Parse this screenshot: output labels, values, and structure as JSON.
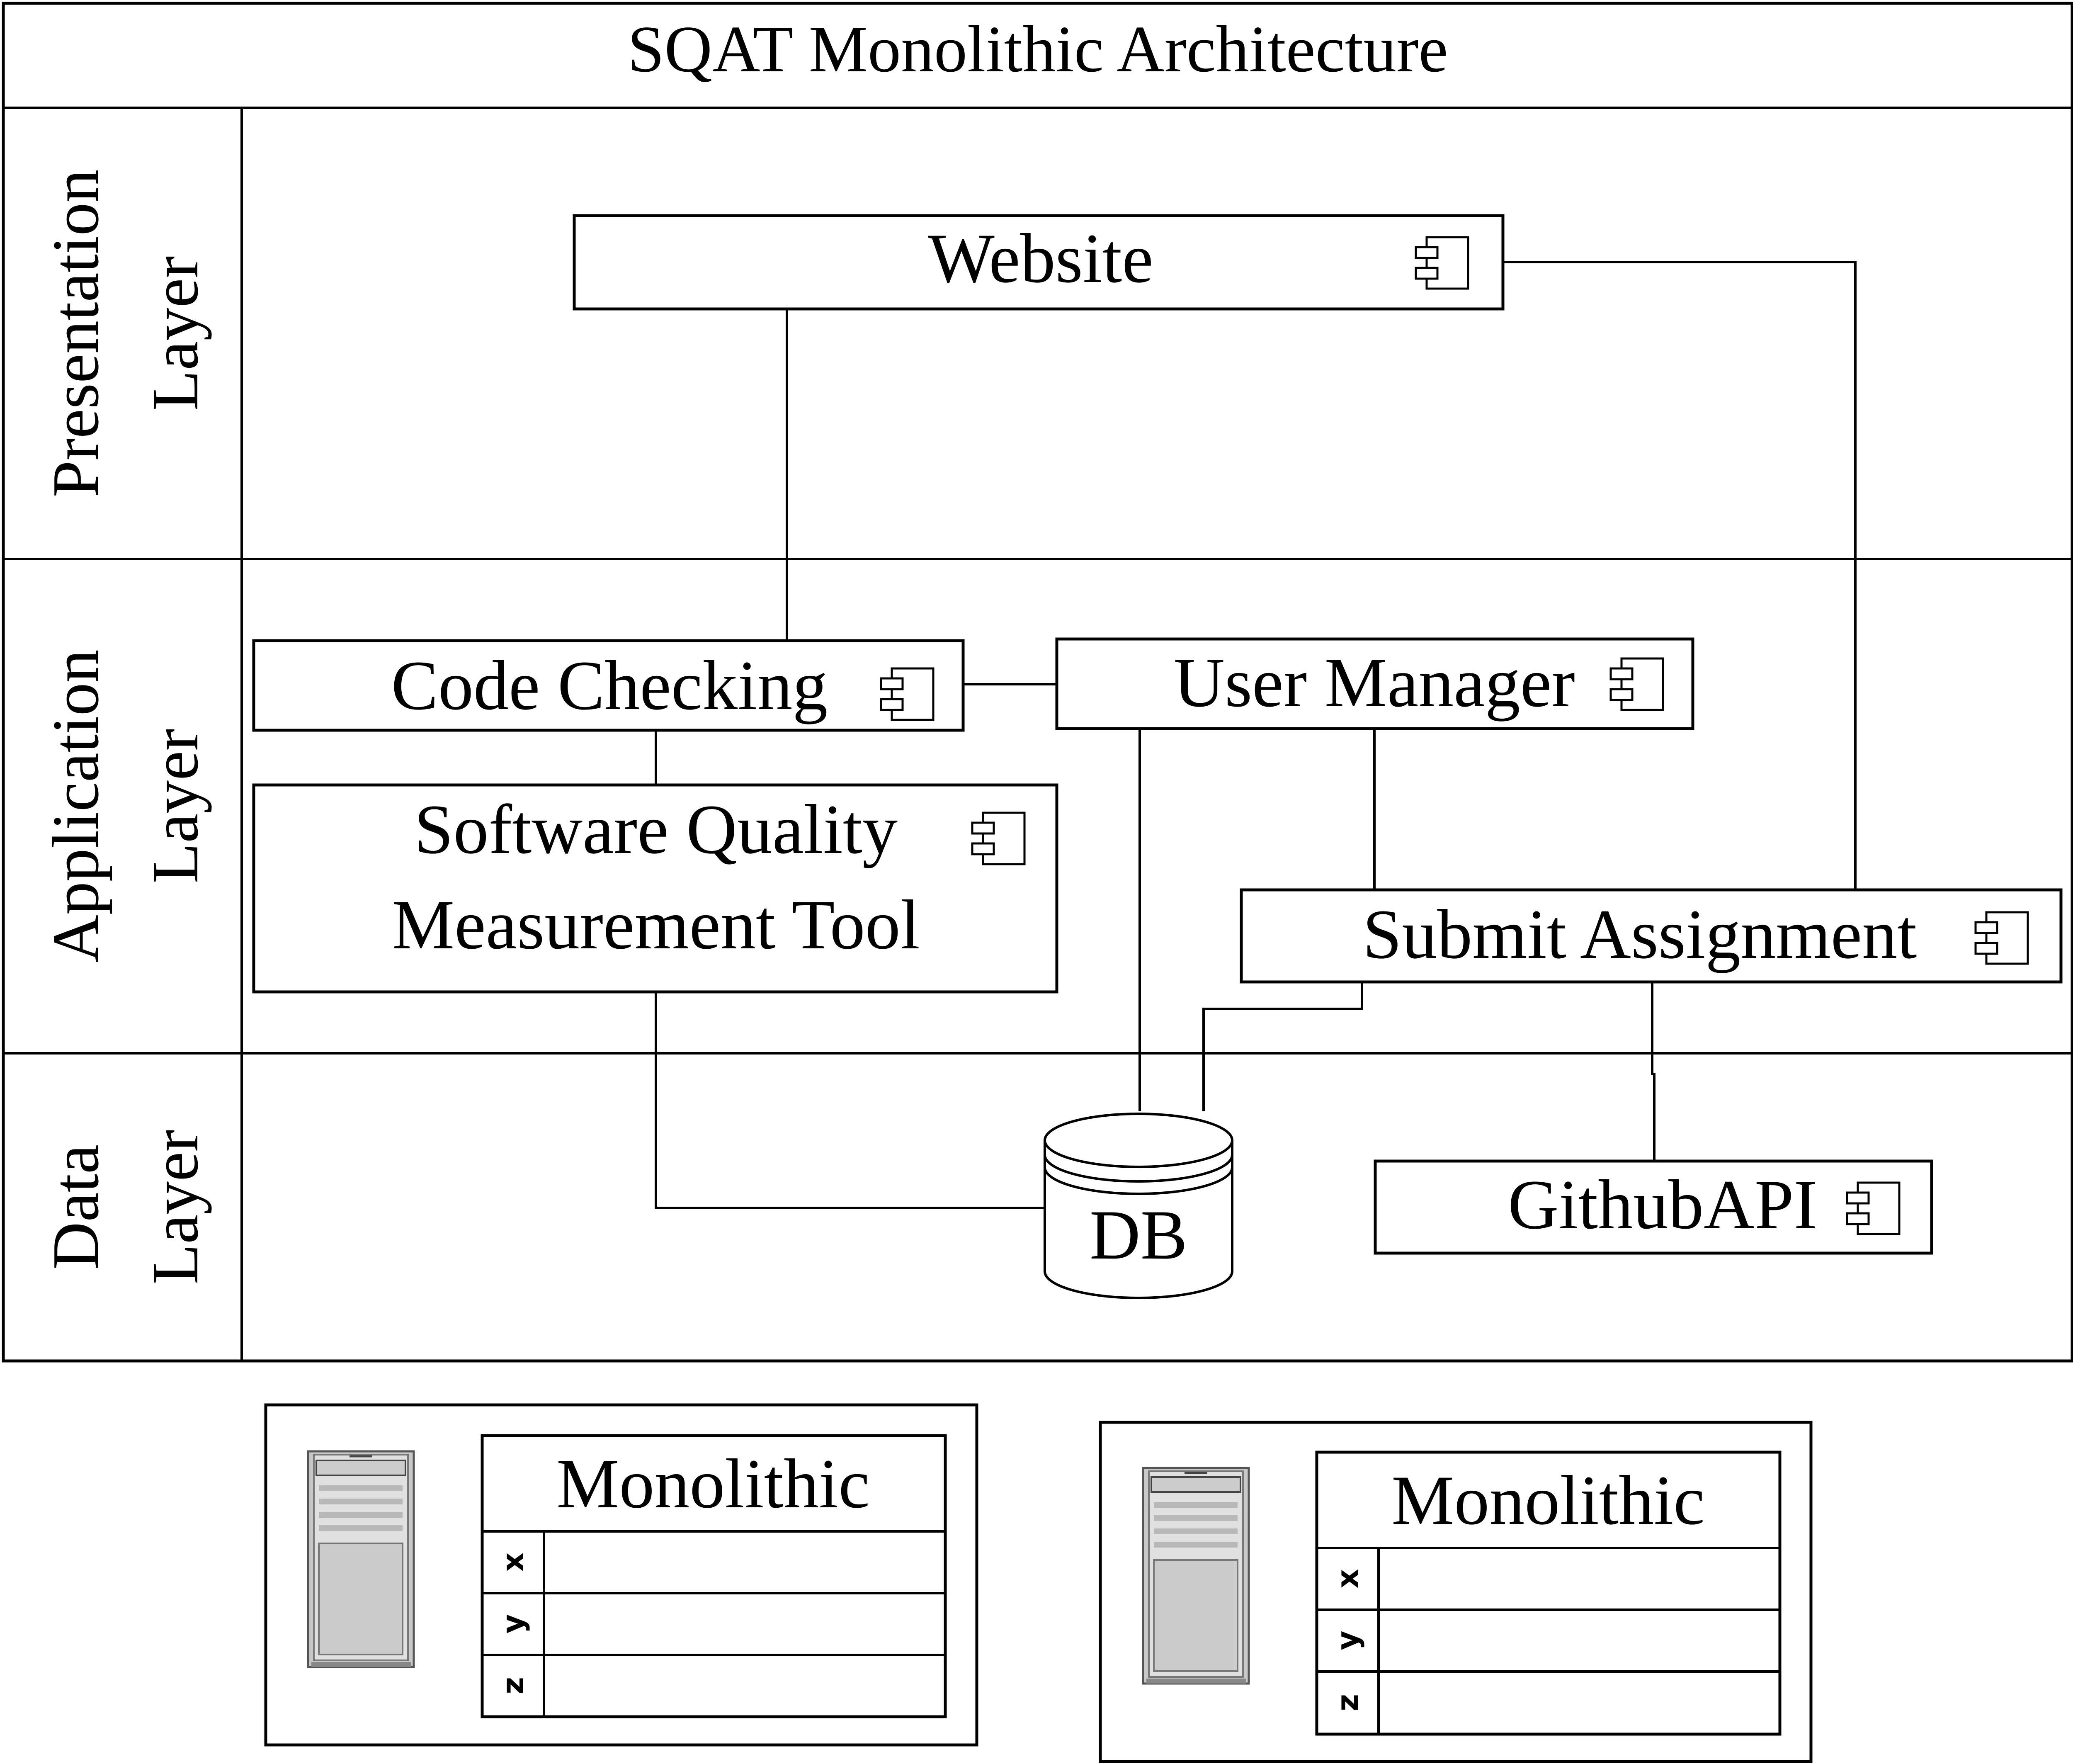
{
  "title": "SQAT Monolithic Architecture",
  "layers": {
    "presentation": {
      "line1": "Presentation",
      "line2": "Layer"
    },
    "application": {
      "line1": "Application",
      "line2": "Layer"
    },
    "data": {
      "line1": "Data",
      "line2": "Layer"
    }
  },
  "components": {
    "website": "Website",
    "code_checking": "Code Checking",
    "user_manager": "User Manager",
    "sqmt_line1": "Software Quality",
    "sqmt_line2": "Measurement Tool",
    "submit_assignment": "Submit Assignment",
    "db": "DB",
    "github_api": "GithubAPI"
  },
  "nodes": [
    {
      "title": "Monolithic",
      "rows": [
        "x",
        "y",
        "z"
      ]
    },
    {
      "title": "Monolithic",
      "rows": [
        "x",
        "y",
        "z"
      ]
    }
  ],
  "icons": {
    "component": "component-icon",
    "server": "server-tower-icon",
    "database": "database-cylinder-icon"
  }
}
